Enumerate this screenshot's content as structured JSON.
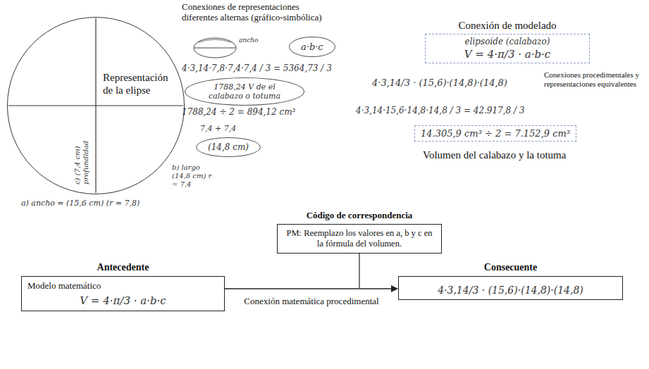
{
  "diagram": {
    "nodes": [
      {
        "text": [
          "Representación de la elipse"
        ]
      },
      {
        "text": [
          "Conexión de modelado",
          "elipsoide (calabazo)",
          "V = 4·π/3 · a·b·c"
        ]
      },
      {
        "text": [
          "14.305,9 cm³ ÷ 2 = 7.152,9 cm³"
        ]
      },
      {
        "text": [
          "a·b·c"
        ]
      },
      {
        "text": [
          "1788,24 V de el calabazo o totuma"
        ]
      },
      {
        "text": [
          "(14,8 cm)"
        ]
      },
      {
        "text": [
          "Código de correspondencia",
          "PM: Reemplazo los valores en a, b y c en la fórmula del volumen."
        ]
      },
      {
        "text": [
          "Antecedente",
          "Modelo matemático",
          "V = 4·π/3 · a·b·c"
        ]
      },
      {
        "text": [
          "Consecuente",
          "4·3,14/3 · (15,6)·(14,8)·(14,8)"
        ]
      }
    ],
    "edges": [
      {
        "from": 7,
        "to": 8,
        "arrow": "to",
        "label": "Conexión matemática procedimental"
      }
    ],
    "labels": [
      "Conexiones de representaciones diferentes alternas (gráfico-simbólica)",
      "ancho",
      "b) largo (14,8 cm) r = 7,4",
      "c) (7,4 cm) profundidad",
      "a) ancho = (15,6 cm) (r = 7,8)",
      "4·3,14·7,8·7,4·7,4 / 3 = 5364,73 / 3",
      "1788,24 ÷ 2 = 894,12 cm³",
      "7,4 + 7,4",
      "4·3,14/3 · (15,6)·(14,8)·(14,8)",
      "Conexiones procedimentales y representaciones equivalentes",
      "4·3,14·15,6·14,8·14,8 / 3 = 42.917,8 / 3",
      "Volumen del calabazo y la totuma"
    ]
  }
}
